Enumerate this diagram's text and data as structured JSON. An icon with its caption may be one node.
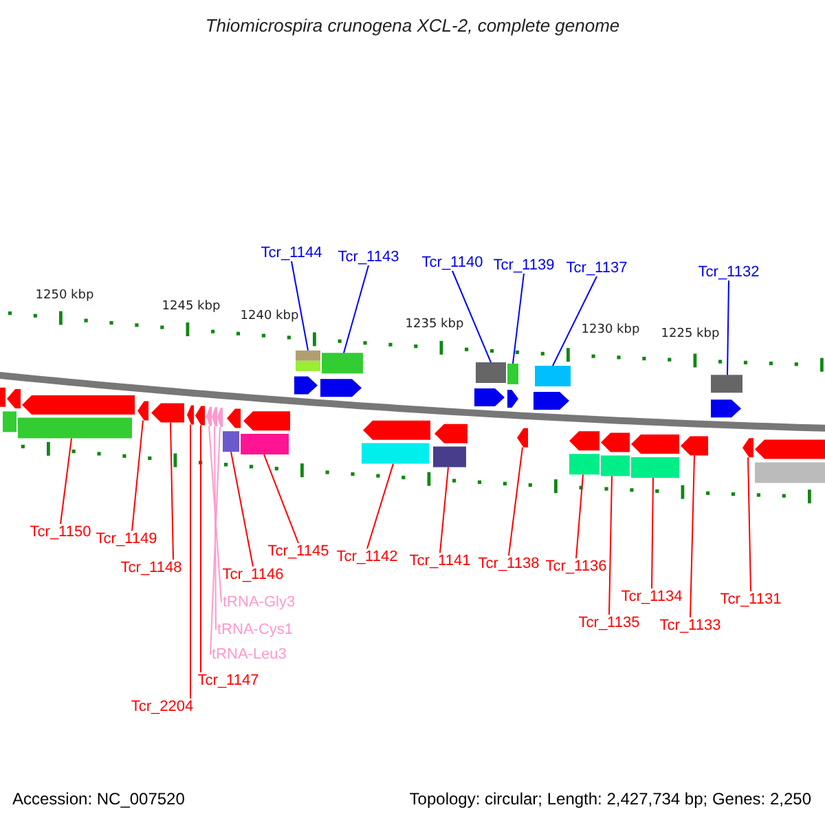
{
  "diagram": {
    "title": "Thiomicrospira crunogena XCL-2, complete genome",
    "nodes": [
      {
        "text": [
          "Tcr_1144"
        ]
      },
      {
        "text": [
          "Tcr_1143"
        ]
      },
      {
        "text": [
          "Tcr_1140"
        ]
      },
      {
        "text": [
          "Tcr_1139"
        ]
      },
      {
        "text": [
          "Tcr_1137"
        ]
      },
      {
        "text": [
          "Tcr_1132"
        ]
      },
      {
        "text": [
          "Tcr_1150"
        ]
      },
      {
        "text": [
          "Tcr_1149"
        ]
      },
      {
        "text": [
          "Tcr_1148"
        ]
      },
      {
        "text": [
          "Tcr_1146"
        ]
      },
      {
        "text": [
          "Tcr_1145"
        ]
      },
      {
        "text": [
          "Tcr_1142"
        ]
      },
      {
        "text": [
          "Tcr_1141"
        ]
      },
      {
        "text": [
          "Tcr_1138"
        ]
      },
      {
        "text": [
          "Tcr_1136"
        ]
      },
      {
        "text": [
          "Tcr_1134"
        ]
      },
      {
        "text": [
          "Tcr_1131"
        ]
      },
      {
        "text": [
          "tRNA-Gly3"
        ]
      },
      {
        "text": [
          "tRNA-Cys1"
        ]
      },
      {
        "text": [
          "tRNA-Leu3"
        ]
      },
      {
        "text": [
          "Tcr_1135"
        ]
      },
      {
        "text": [
          "Tcr_1133"
        ]
      },
      {
        "text": [
          "Tcr_1147"
        ]
      },
      {
        "text": [
          "Tcr_2204"
        ]
      },
      {
        "text": [],
        "shape": "box"
      },
      {
        "text": [],
        "shape": "box"
      },
      {
        "text": [],
        "shape": "box"
      },
      {
        "text": [],
        "shape": "box"
      },
      {
        "text": [],
        "shape": "box"
      },
      {
        "text": [],
        "shape": "box"
      },
      {
        "text": [],
        "shape": "pentagon"
      },
      {
        "text": [],
        "shape": "pentagon"
      },
      {
        "text": [],
        "shape": "pentagon"
      },
      {
        "text": [],
        "shape": "pentagon"
      },
      {
        "text": [],
        "shape": "pentagon"
      },
      {
        "text": [],
        "shape": "pentagon"
      },
      {
        "text": [],
        "shape": "pentagon"
      },
      {
        "text": [],
        "shape": "pentagon"
      },
      {
        "text": [],
        "shape": "pentagon"
      },
      {
        "text": [],
        "shape": "pentagon"
      },
      {
        "text": [],
        "shape": "pentagon"
      },
      {
        "text": [],
        "shape": "pentagon"
      },
      {
        "text": [],
        "shape": "pentagon"
      },
      {
        "text": [],
        "shape": "pentagon"
      },
      {
        "text": [],
        "shape": "pentagon"
      },
      {
        "text": [],
        "shape": "pentagon"
      },
      {
        "text": [],
        "shape": "pentagon"
      },
      {
        "text": [],
        "shape": "pentagon"
      },
      {
        "text": [],
        "shape": "pentagon"
      },
      {
        "text": [],
        "shape": "pentagon"
      },
      {
        "text": [],
        "shape": "pentagon"
      },
      {
        "text": [],
        "shape": "pentagon"
      },
      {
        "text": [],
        "shape": "pentagon"
      },
      {
        "text": [],
        "shape": "pentagon"
      },
      {
        "text": [],
        "shape": "pentagon"
      },
      {
        "text": [],
        "shape": "pentagon"
      },
      {
        "text": [],
        "shape": "pentagon"
      },
      {
        "text": [],
        "shape": "box"
      },
      {
        "text": [],
        "shape": "box"
      },
      {
        "text": [],
        "shape": "box"
      },
      {
        "text": [],
        "shape": "box"
      },
      {
        "text": [],
        "shape": "box"
      },
      {
        "text": [],
        "shape": "box"
      },
      {
        "text": [],
        "shape": "box"
      },
      {
        "text": [],
        "shape": "box"
      },
      {
        "text": [],
        "shape": "box"
      },
      {
        "text": [],
        "shape": "box"
      }
    ],
    "edges": [
      {
        "from": 0,
        "to": 24,
        "arrow": "none",
        "color": "#0000ff"
      },
      {
        "from": 1,
        "to": 25,
        "arrow": "none",
        "color": "#0000ff"
      },
      {
        "from": 2,
        "to": 26,
        "arrow": "none",
        "color": "#0000ff"
      },
      {
        "from": 3,
        "to": 27,
        "arrow": "none",
        "color": "#0000ff"
      },
      {
        "from": 4,
        "to": 28,
        "arrow": "none",
        "color": "#0000ff"
      },
      {
        "from": 5,
        "to": 29,
        "arrow": "none",
        "color": "#0000ff"
      },
      {
        "from": 6,
        "to": 58,
        "arrow": "none"
      },
      {
        "from": 7,
        "to": 39,
        "arrow": "none"
      },
      {
        "from": 8,
        "to": 40,
        "arrow": "none"
      },
      {
        "from": 9,
        "to": 59,
        "arrow": "none"
      },
      {
        "from": 10,
        "to": 60,
        "arrow": "none"
      },
      {
        "from": 11,
        "to": 61,
        "arrow": "none"
      },
      {
        "from": 12,
        "to": 62,
        "arrow": "none"
      },
      {
        "from": 13,
        "to": 50,
        "arrow": "none"
      },
      {
        "from": 14,
        "to": 63,
        "arrow": "none"
      },
      {
        "from": 15,
        "to": 65,
        "arrow": "none"
      },
      {
        "from": 16,
        "to": 55,
        "arrow": "none"
      },
      {
        "from": 17,
        "to": 43,
        "arrow": "none",
        "color": "#ff99cc"
      },
      {
        "from": 18,
        "to": 44,
        "arrow": "none",
        "color": "#ff99cc"
      },
      {
        "from": 19,
        "to": 45,
        "arrow": "none",
        "color": "#ff99cc"
      },
      {
        "from": 20,
        "to": 64,
        "arrow": "none"
      },
      {
        "from": 21,
        "to": 54,
        "arrow": "none"
      },
      {
        "from": 22,
        "to": 42,
        "arrow": "none"
      },
      {
        "from": 23,
        "to": 41,
        "arrow": "none"
      }
    ],
    "labels": [
      "1250 kbp",
      "1245 kbp",
      "1240 kbp",
      "1235 kbp",
      "1230 kbp",
      "1225 kbp",
      "Accession: NC_007520",
      "Topology: circular; Length: 2,427,734 bp; Genes: 2,250"
    ]
  }
}
